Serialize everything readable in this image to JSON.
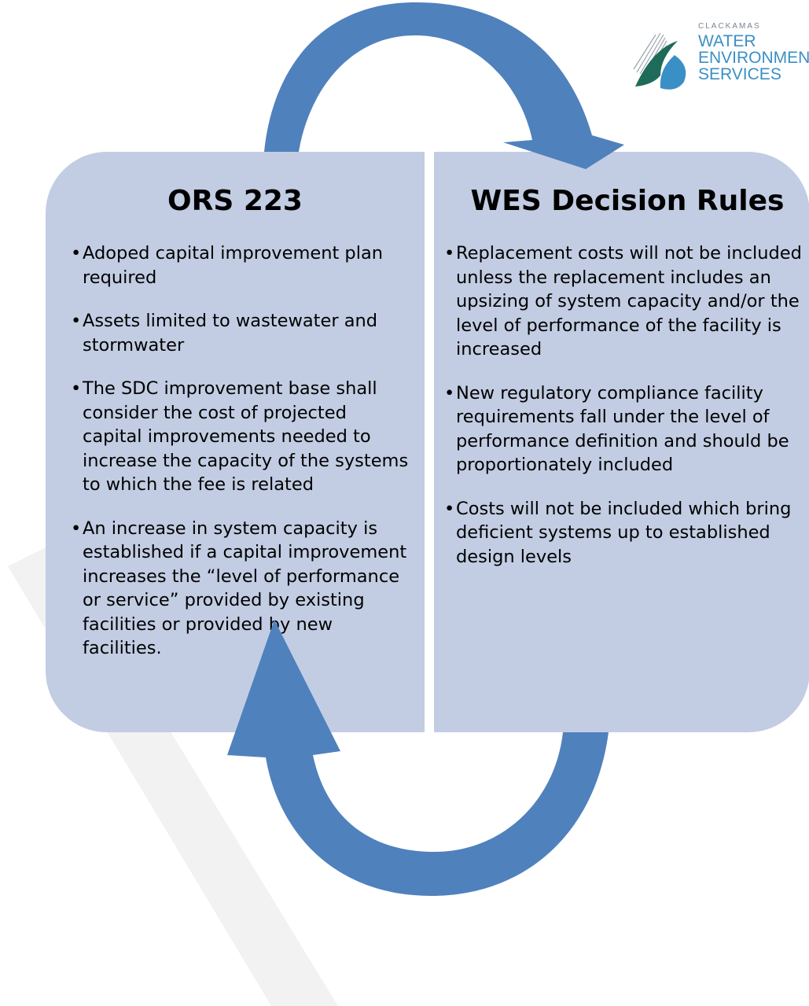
{
  "logo": {
    "top_text": "CLACKAMAS",
    "lines": [
      "WATER",
      "ENVIRONMENT",
      "SERVICES"
    ]
  },
  "left_panel": {
    "title": "ORS 223",
    "bullet": "•",
    "items": [
      "Adoped capital improvement plan required",
      "Assets limited to wastewater and stormwater",
      "The SDC improvement base shall consider the cost of projected capital improvements needed to increase the capacity of the systems to which the fee is related",
      "An increase in system capacity is established if a capital improvement increases the “level of performance or service” provided by existing facilities or provided by new facilities."
    ]
  },
  "right_panel": {
    "title": "WES Decision Rules",
    "bullet": "•",
    "items": [
      "Replacement costs will not be included unless the replacement includes an upsizing of system capacity and/or the level of performance of the facility is increased",
      "New regulatory compliance facility requirements fall under the level of performance definition and should be proportionately included",
      "Costs will not be included which bring deficient systems up to established design levels"
    ]
  },
  "colors": {
    "panel": "#c2cde3",
    "arrow": "#4f81bd",
    "logo_blue": "#3a8fc6",
    "logo_green": "#1f6b5a"
  }
}
